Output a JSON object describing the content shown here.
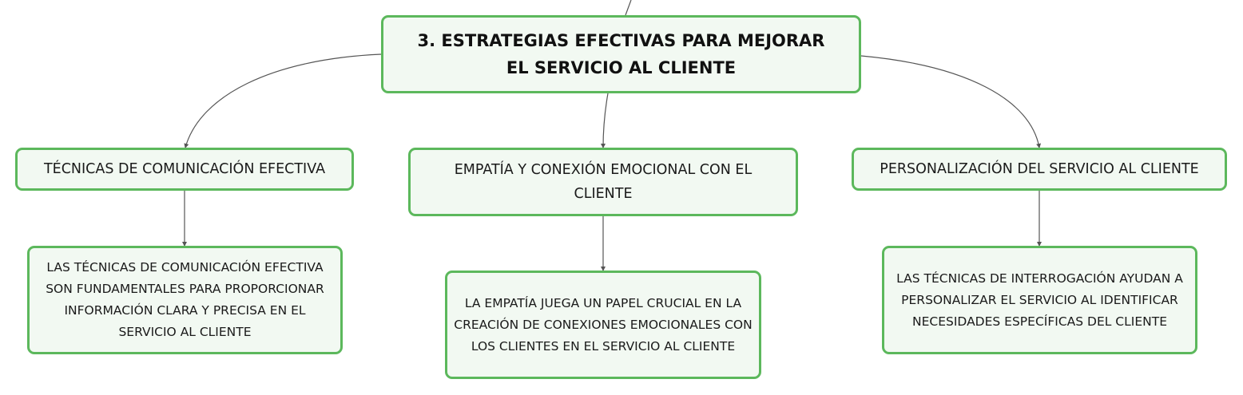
{
  "root": {
    "label": "3. ESTRATEGIAS EFECTIVAS PARA MEJORAR EL SERVICIO AL CLIENTE"
  },
  "branches": [
    {
      "title": "TÉCNICAS DE COMUNICACIÓN EFECTIVA",
      "detail": "LAS TÉCNICAS DE COMUNICACIÓN EFECTIVA SON FUNDAMENTALES PARA PROPORCIONAR INFORMACIÓN CLARA Y PRECISA EN EL SERVICIO AL CLIENTE"
    },
    {
      "title": "EMPATÍA Y CONEXIÓN EMOCIONAL CON EL CLIENTE",
      "detail": "LA EMPATÍA JUEGA UN PAPEL CRUCIAL EN LA CREACIÓN DE CONEXIONES EMOCIONALES CON LOS CLIENTES EN EL SERVICIO AL CLIENTE"
    },
    {
      "title": "PERSONALIZACIÓN DEL SERVICIO AL CLIENTE",
      "detail": "LAS TÉCNICAS DE INTERROGACIÓN AYUDAN A PERSONALIZAR EL SERVICIO AL IDENTIFICAR NECESIDADES ESPECÍFICAS DEL CLIENTE"
    }
  ],
  "colors": {
    "node_border": "#5cb85c",
    "node_fill": "#f2f9f2",
    "connector": "#555555"
  }
}
